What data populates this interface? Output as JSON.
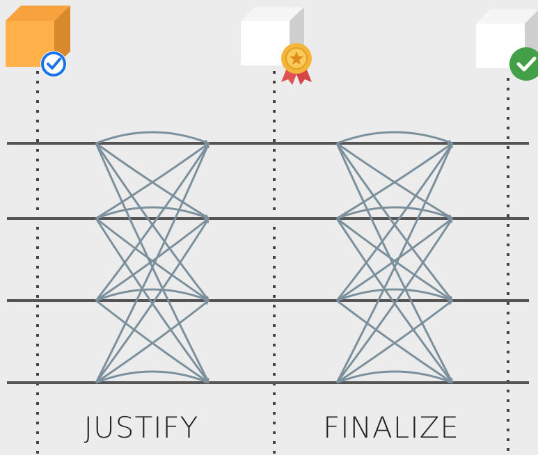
{
  "diagram": {
    "phases": [
      {
        "label": "JUSTIFY"
      },
      {
        "label": "FINALIZE"
      }
    ],
    "blocks": [
      {
        "name": "block-1",
        "state": "proposed",
        "badge": "check-circle-icon",
        "color": "#f5a030"
      },
      {
        "name": "block-2",
        "state": "justified",
        "badge": "medal-icon",
        "color": "#ffffff"
      },
      {
        "name": "block-3",
        "state": "finalized",
        "badge": "green-check-icon",
        "color": "#ffffff"
      }
    ],
    "validator_lines": 4,
    "colors": {
      "background": "#ececec",
      "line": "#555555",
      "arrow": "#7b909c",
      "dotted": "#444444",
      "text": "#222222",
      "check_blue": "#1a73e8",
      "check_green": "#43a047",
      "medal_gold": "#f4b63a",
      "ribbon_red": "#e05252"
    }
  }
}
